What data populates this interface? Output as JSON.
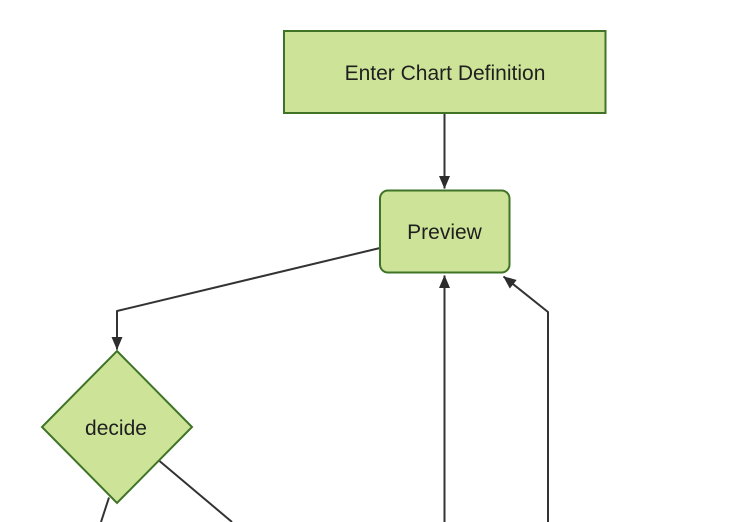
{
  "diagram": {
    "type": "flowchart-top-down",
    "colors": {
      "node_fill": "#cde498",
      "node_border": "#3f7326",
      "edge_line": "#333333",
      "arrowhead": "#2d2d2d",
      "label_text": "#1f1f1f",
      "background": "#ffffff"
    },
    "nodes": [
      {
        "id": "enter-chart-definition",
        "label": "Enter Chart Definition",
        "shape": "rectangle"
      },
      {
        "id": "preview",
        "label": "Preview",
        "shape": "rounded-rectangle"
      },
      {
        "id": "decide",
        "label": "decide",
        "shape": "diamond"
      }
    ],
    "edges": [
      {
        "from": "enter-chart-definition",
        "to": "preview",
        "arrowhead": true
      },
      {
        "from": "preview",
        "to": "decide",
        "arrowhead": true
      },
      {
        "from": "offscreen-bottom-center",
        "to": "preview",
        "arrowhead": true
      },
      {
        "from": "offscreen-bottom-right",
        "to": "preview",
        "arrowhead": true
      },
      {
        "from": "decide",
        "to": "offscreen-bottom-left",
        "arrowhead": false
      },
      {
        "from": "decide",
        "to": "offscreen-bottom-right",
        "arrowhead": false
      }
    ]
  }
}
